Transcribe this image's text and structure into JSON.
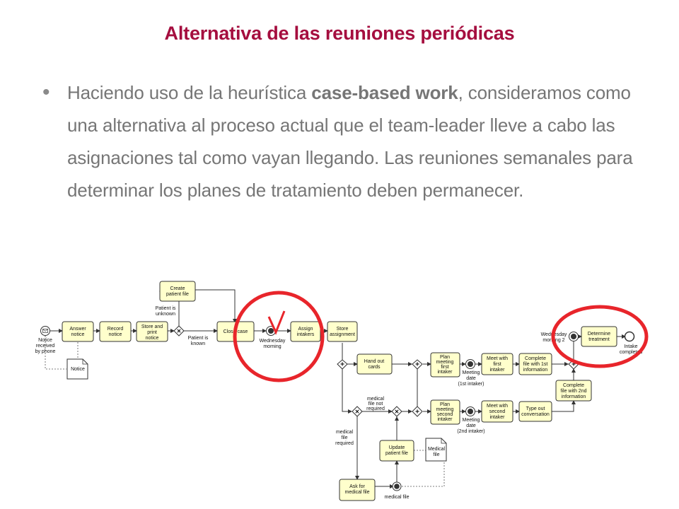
{
  "title": "Alternativa de las reuniones periódicas",
  "bullet": {
    "part1": "Haciendo uso de la heurística ",
    "bold": "case-based work",
    "part2": ", consideramos como una alternativa al proceso actual que el team-leader lleve a cabo las asignaciones tal como vayan llegando. Las reuniones semanales para determinar los planes de tratamiento deben permanecer."
  },
  "diagram": {
    "tasks": {
      "answer_notice": [
        "Answer",
        "notice"
      ],
      "record_notice": [
        "Record",
        "notice"
      ],
      "store_print": [
        "Store and",
        "print",
        "notice"
      ],
      "create_patient_file": [
        "Create",
        "patient file"
      ],
      "close_case": [
        "Close case"
      ],
      "assign_intakers": [
        "Assign",
        "intakers"
      ],
      "store_assignment": [
        "Store",
        "assignment"
      ],
      "hand_out_cards": [
        "Hand out",
        "cards"
      ],
      "plan_meeting_first": [
        "Plan",
        "meeting",
        "first",
        "intaker"
      ],
      "meet_first": [
        "Meet with",
        "first",
        "intaker"
      ],
      "complete_1st": [
        "Complete",
        "file with 1st",
        "information"
      ],
      "determine_treatment": [
        "Determine",
        "treatment"
      ],
      "plan_meeting_second": [
        "Plan",
        "meeting",
        "second",
        "intaker"
      ],
      "meet_second": [
        "Meet with",
        "second",
        "intaker"
      ],
      "type_out": [
        "Type out",
        "conversation"
      ],
      "complete_2nd": [
        "Complete",
        "file with 2nd",
        "information"
      ],
      "update_patient_file": [
        "Update",
        "patient file"
      ],
      "ask_medical_file": [
        "Ask for",
        "medical file"
      ]
    },
    "documents": {
      "notice": [
        "Notice"
      ],
      "medical_file": [
        "Medical",
        "file"
      ]
    },
    "labels": {
      "notice_received": [
        "Notice",
        "received",
        "by phone"
      ],
      "patient_unknown": [
        "Patient is",
        "unknown"
      ],
      "patient_known": [
        "Patient is",
        "known"
      ],
      "wednesday_morning": [
        "Wednesday",
        "morning"
      ],
      "wednesday_morning_2": [
        "Wednesday",
        "morning 2"
      ],
      "intake_completed": [
        "Intake",
        "completed"
      ],
      "meeting_date_1": [
        "Meeting",
        "date",
        "(1st intaker)"
      ],
      "meeting_date_2": [
        "Meeting",
        "date",
        "(2nd intaker)"
      ],
      "medical_not_required": [
        "medical",
        "file not",
        "required"
      ],
      "medical_required": [
        "medical",
        "file",
        "required"
      ],
      "medical_file_msg": [
        "medical file"
      ]
    },
    "annotations": {
      "red_mark": "V",
      "red_color": "#e8252b",
      "title_color": "#a50e3f"
    }
  }
}
